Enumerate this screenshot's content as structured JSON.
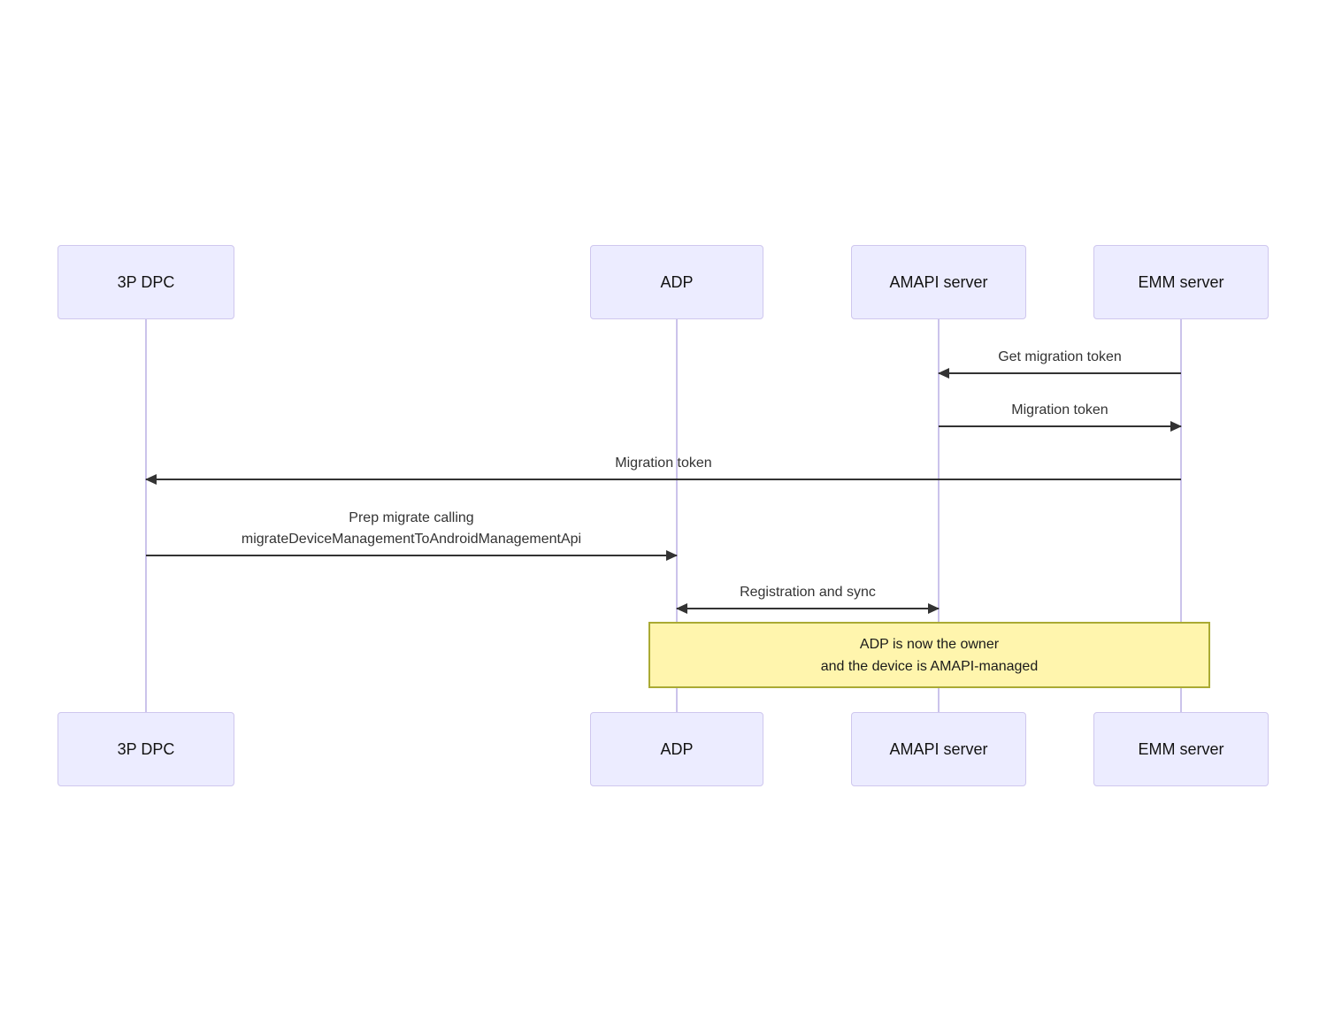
{
  "diagram": {
    "type": "sequence-diagram",
    "actors": [
      {
        "id": "3p-dpc",
        "label": "3P DPC"
      },
      {
        "id": "adp",
        "label": "ADP"
      },
      {
        "id": "amapi-server",
        "label": "AMAPI server"
      },
      {
        "id": "emm-server",
        "label": "EMM server"
      }
    ],
    "messages": [
      {
        "from": "EMM server",
        "to": "AMAPI server",
        "arrow": "left",
        "label": "Get migration token"
      },
      {
        "from": "AMAPI server",
        "to": "EMM server",
        "arrow": "right",
        "label": "Migration token"
      },
      {
        "from": "EMM server",
        "to": "3P DPC",
        "arrow": "left",
        "label": "Migration token"
      },
      {
        "from": "3P DPC",
        "to": "ADP",
        "arrow": "right",
        "label": "Prep migrate calling\nmigrateDeviceManagementToAndroidManagementApi"
      },
      {
        "from": "ADP",
        "to": "AMAPI server",
        "arrow": "both",
        "label": "Registration and sync"
      }
    ],
    "note": {
      "over": [
        "ADP",
        "EMM server"
      ],
      "text": "ADP is now the owner\nand the device is AMAPI-managed"
    },
    "icons": {
      "arrowhead": "filled-triangle"
    },
    "colors": {
      "background": "#FFFFFF",
      "actor_fill": "#ECECFF",
      "actor_border": "#CFC7EE",
      "actor_text": "#131313",
      "lifeline": "#CBC3EB",
      "arrow": "#333333",
      "message_text": "#333333",
      "note_fill": "#FFF5AD",
      "note_border": "#AAAA33"
    }
  }
}
